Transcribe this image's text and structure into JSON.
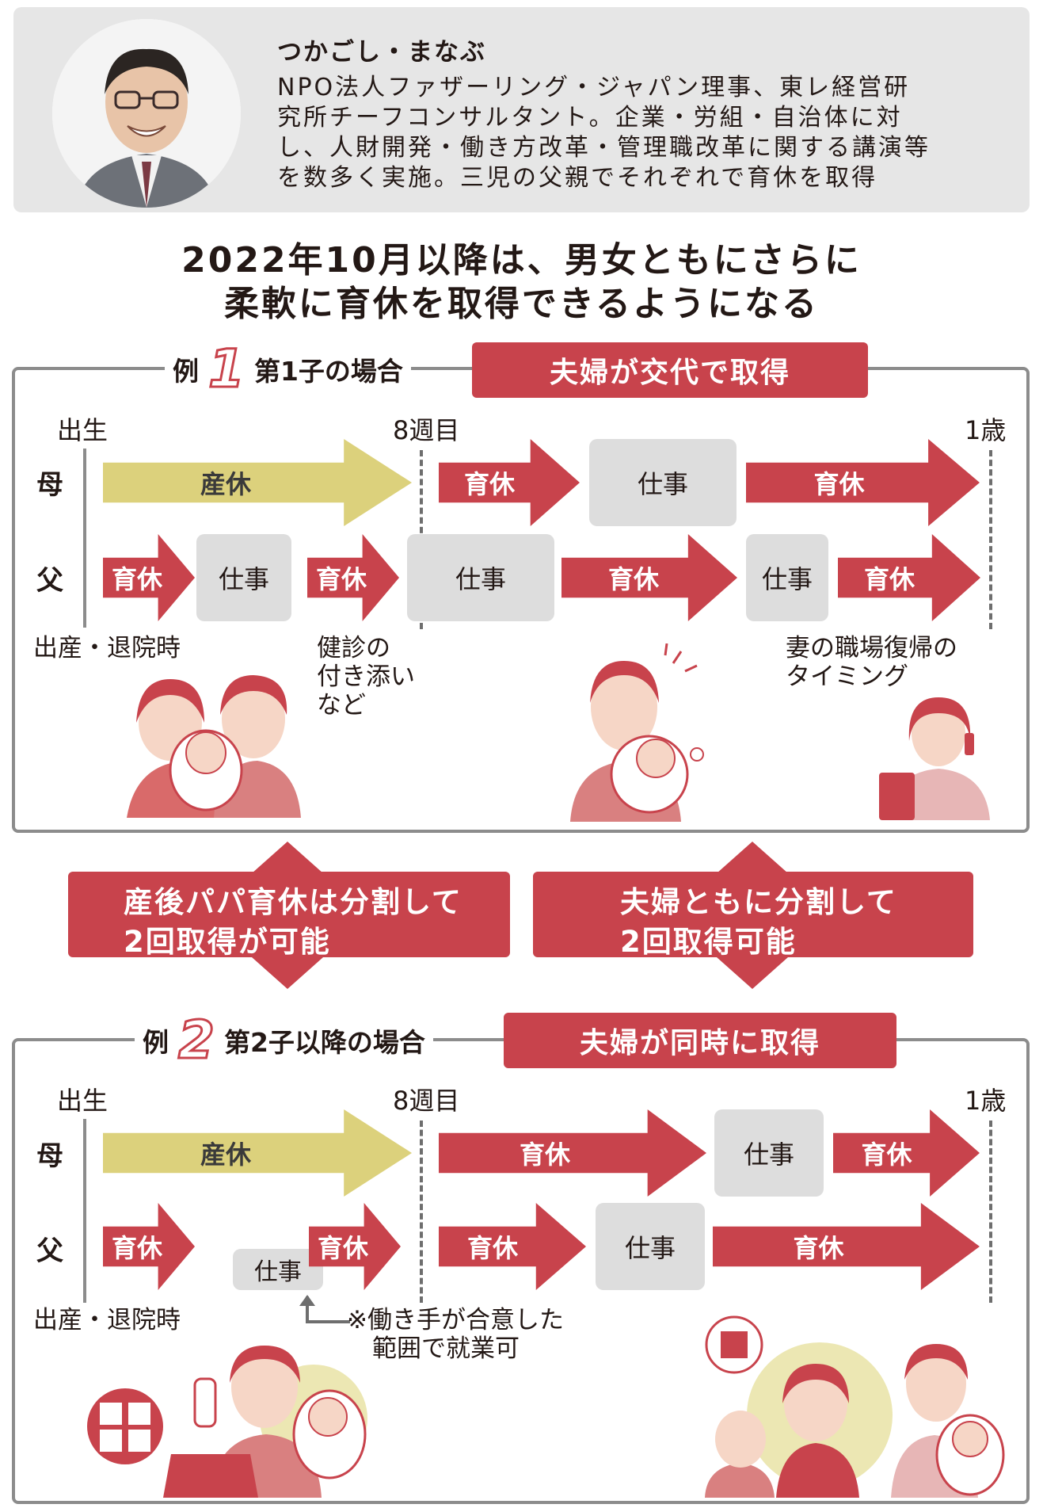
{
  "profile": {
    "name": "つかごし・まなぶ",
    "description_lines": [
      "NPO法人ファザーリング・ジャパン理事、東レ経営研",
      "究所チーフコンサルタント。企業・労組・自治体に対",
      "し、人財開発・働き方改革・管理職改革に関する講演等",
      "を数多く実施。三児の父親でそれぞれで育休を取得"
    ]
  },
  "headline": {
    "line1": "2022年10月以降は、男女ともにさらに",
    "line2": "柔軟に育休を取得できるようになる"
  },
  "example1": {
    "prefix": "例",
    "number": "1",
    "title": "第1子の場合",
    "tag": "夫婦が交代で取得",
    "tick_birth": "出生",
    "tick_8w": "8週目",
    "tick_1y": "1歳",
    "row_mother": "母",
    "row_father": "父",
    "mother": [
      "産休",
      "育休",
      "仕事",
      "育休"
    ],
    "father": [
      "育休",
      "仕事",
      "育休",
      "仕事",
      "育休",
      "仕事",
      "育休"
    ],
    "note_birth": "出産・退院時",
    "note_checkup": [
      "健診の",
      "付き添い",
      "など"
    ],
    "note_return": [
      "妻の職場復帰の",
      "タイミング"
    ]
  },
  "middle": {
    "left": [
      "産後パパ育休は分割して",
      "2回取得が可能"
    ],
    "right": [
      "夫婦ともに分割して",
      "2回取得可能"
    ]
  },
  "example2": {
    "prefix": "例",
    "number": "2",
    "title": "第2子以降の場合",
    "tag": "夫婦が同時に取得",
    "tick_birth": "出生",
    "tick_8w": "8週目",
    "tick_1y": "1歳",
    "row_mother": "母",
    "row_father": "父",
    "mother": [
      "産休",
      "育休",
      "仕事",
      "育休"
    ],
    "father": [
      "育休",
      "仕事",
      "育休",
      "育休",
      "仕事",
      "育休"
    ],
    "note_birth": "出産・退院時",
    "note_work": [
      "※働き手が合意した",
      "範囲で就業可"
    ]
  },
  "colors": {
    "red": "#c8434c",
    "yellow": "#dcd17c",
    "gray": "#dddddd",
    "frame": "#8c8c8c"
  }
}
